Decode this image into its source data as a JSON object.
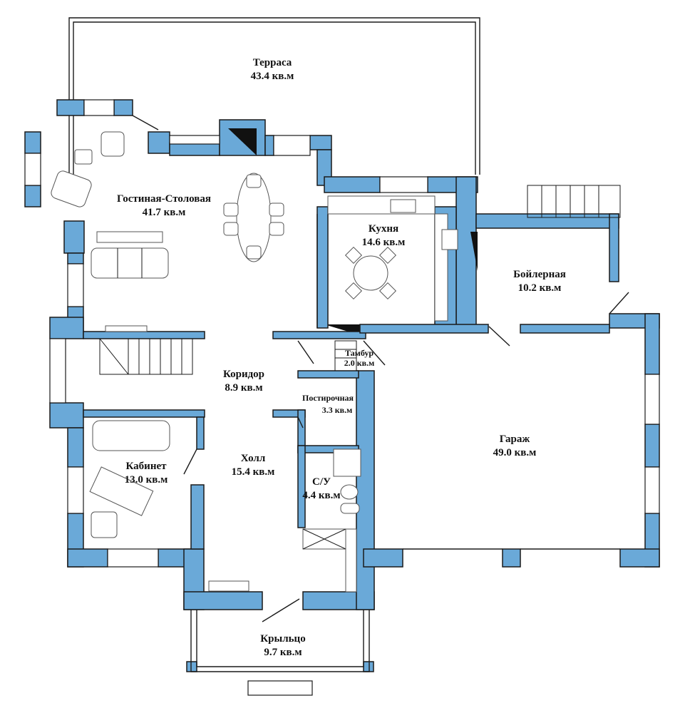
{
  "colors": {
    "wall_fill": "#6aa9d8",
    "wall_edge": "#1a1a1a",
    "background": "#ffffff",
    "chimney": "#111111"
  },
  "rooms": [
    {
      "id": "terrace",
      "name": "Терраса",
      "area": "43.4 кв.м"
    },
    {
      "id": "living",
      "name": "Гостиная-Столовая",
      "area": "41.7 кв.м"
    },
    {
      "id": "kitchen",
      "name": "Кухня",
      "area": "14.6 кв.м"
    },
    {
      "id": "boiler",
      "name": "Бойлерная",
      "area": "10.2 кв.м"
    },
    {
      "id": "corridor",
      "name": "Коридор",
      "area": "8.9 кв.м"
    },
    {
      "id": "tambur",
      "name": "Тамбур",
      "area": "2.0 кв.м"
    },
    {
      "id": "laundry",
      "name": "Постирочная",
      "area": "3.3 кв.м"
    },
    {
      "id": "cabinet",
      "name": "Кабинет",
      "area": "13.0 кв.м"
    },
    {
      "id": "hall",
      "name": "Холл",
      "area": "15.4 кв.м"
    },
    {
      "id": "wc",
      "name": "С/У",
      "area": "4.4 кв.м"
    },
    {
      "id": "garage",
      "name": "Гараж",
      "area": "49.0 кв.м"
    },
    {
      "id": "porch",
      "name": "Крыльцо",
      "area": "9.7 кв.м"
    }
  ]
}
